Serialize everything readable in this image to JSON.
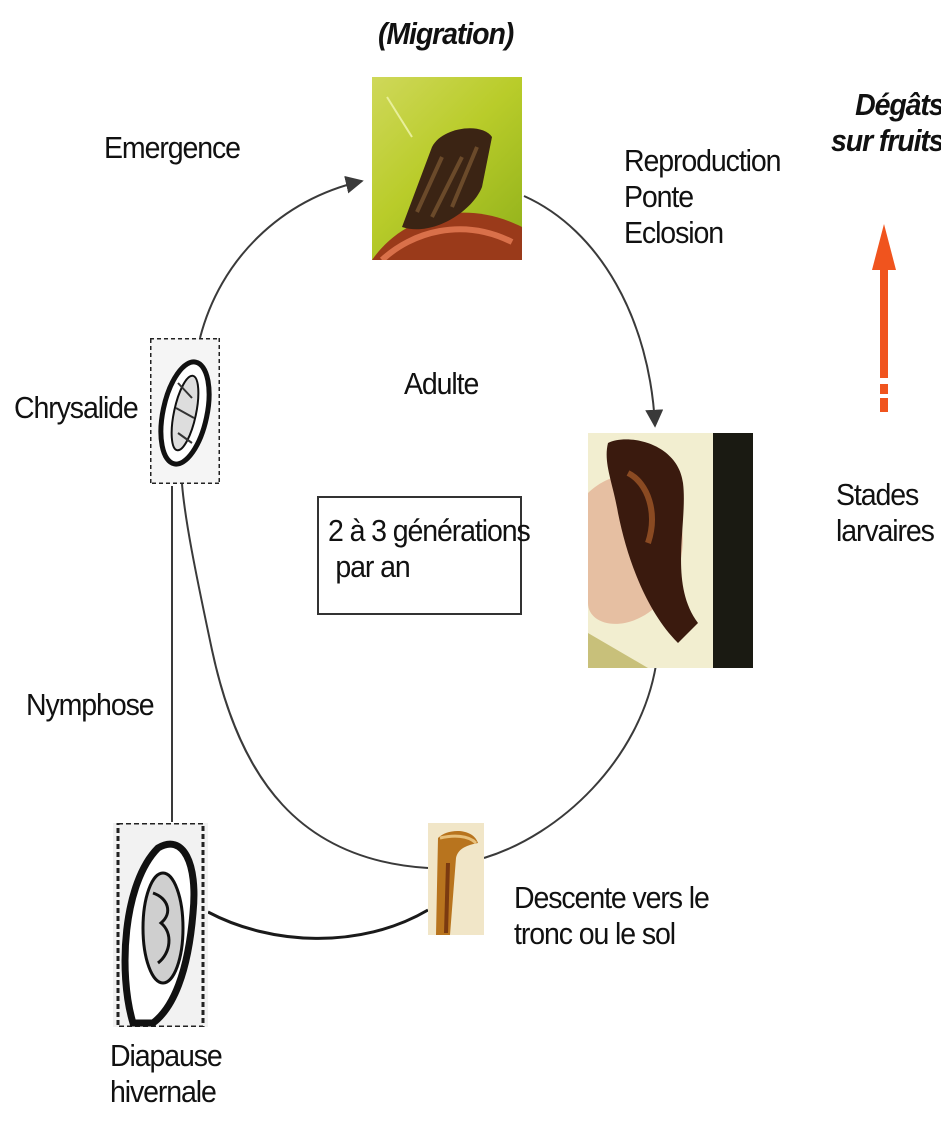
{
  "title": "(Migration)",
  "side_title": [
    "Dégâts",
    "sur fruits"
  ],
  "center": {
    "adult": "Adulte",
    "generations": [
      "2 à 3 générations",
      "par an"
    ]
  },
  "stages": {
    "emergence": "Emergence",
    "reproduction": [
      "Reproduction",
      "Ponte",
      "Eclosion"
    ],
    "chrysalis": "Chrysalide",
    "nymphosis": "Nymphose",
    "descent": [
      "Descente vers le",
      "tronc ou le sol"
    ],
    "diapause": [
      "Diapause",
      "hivernale"
    ],
    "larvae": [
      "Stades",
      "larvaires"
    ]
  },
  "colors": {
    "arrow_accent": "#f0541e",
    "line": "#3a3a3a"
  },
  "icons": {
    "adult_moth_photo": "moth-on-fruit-photo",
    "larva_photo": "larva-in-apple-photo",
    "chrysalis_drawing": "cocoon-sketch",
    "diapause_drawing": "overwintering-cocoon-sketch",
    "descent_photo": "larva-descending-photo"
  }
}
